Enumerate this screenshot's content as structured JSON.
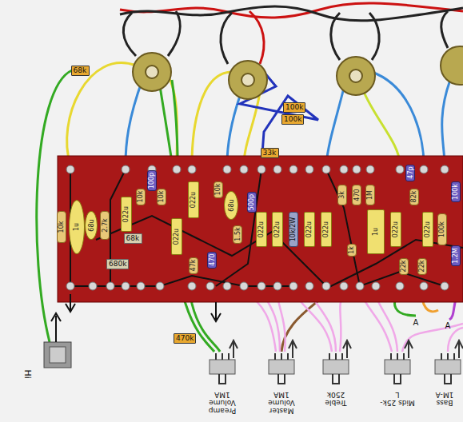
{
  "diagram": {
    "nodes": [
      {
        "text": [
          "68k"
        ]
      },
      {
        "text": [
          "100k"
        ]
      },
      {
        "text": [
          "100k"
        ]
      },
      {
        "text": [
          "33k"
        ]
      },
      {
        "text": [
          "470k"
        ]
      },
      {
        "text": [
          "10k"
        ]
      },
      {
        "text": [
          "1u"
        ]
      },
      {
        "text": [
          "2.7k"
        ]
      },
      {
        "text": [
          "68u"
        ]
      },
      {
        "text": [
          "022u"
        ]
      },
      {
        "text": [
          "100p"
        ]
      },
      {
        "text": [
          "10k"
        ]
      },
      {
        "text": [
          "10k"
        ]
      },
      {
        "text": [
          "68k"
        ]
      },
      {
        "text": [
          "680k"
        ]
      },
      {
        "text": [
          "022u"
        ]
      },
      {
        "text": [
          "022u"
        ]
      },
      {
        "text": [
          "10k"
        ]
      },
      {
        "text": [
          "68u"
        ]
      },
      {
        "text": [
          "47k"
        ]
      },
      {
        "text": [
          "470"
        ]
      },
      {
        "text": [
          "500p"
        ]
      },
      {
        "text": [
          "1.5k"
        ]
      },
      {
        "text": [
          "022u"
        ]
      },
      {
        "text": [
          "022u"
        ]
      },
      {
        "text": [
          "10k/2W"
        ]
      },
      {
        "text": [
          "022u"
        ]
      },
      {
        "text": [
          "022u"
        ]
      },
      {
        "text": [
          "3k"
        ]
      },
      {
        "text": [
          "470"
        ]
      },
      {
        "text": [
          "1M"
        ]
      },
      {
        "text": [
          "1k"
        ]
      },
      {
        "text": [
          "1u"
        ]
      },
      {
        "text": [
          "022u"
        ]
      },
      {
        "text": [
          "47p"
        ]
      },
      {
        "text": [
          "82k"
        ]
      },
      {
        "text": [
          "022u"
        ]
      },
      {
        "text": [
          "100k"
        ]
      },
      {
        "text": [
          "100k"
        ]
      },
      {
        "text": [
          "1.2M"
        ]
      },
      {
        "text": [
          "22k"
        ]
      },
      {
        "text": [
          "22k"
        ]
      }
    ],
    "labels": [
      "Hi",
      "Preamp Volume 1MA",
      "Master Volume 1MA",
      "Treble 250k",
      "Mids 25k-L",
      "Bass 1M-A",
      "A",
      "A"
    ]
  }
}
